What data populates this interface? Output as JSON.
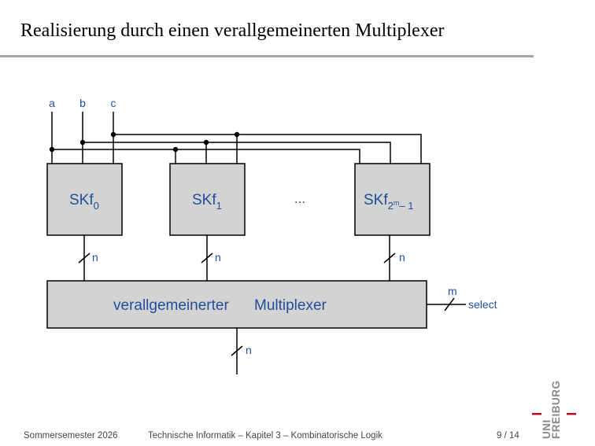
{
  "slide": {
    "title": "Realisierung durch einen verallgemeinerten Multiplexer"
  },
  "diagram": {
    "inputs": [
      "a",
      "b",
      "c"
    ],
    "blocks": [
      {
        "base": "SKf",
        "sub": "0"
      },
      {
        "base": "SKf",
        "sub": "1"
      },
      {
        "base": "SKf",
        "sub": "2",
        "sup": "m",
        "sub_tail": "– 1"
      }
    ],
    "ellipsis": "...",
    "bus_label": "n",
    "mux_label_1": "verallgemeinerter",
    "mux_label_2": "Multiplexer",
    "select_width": "m",
    "select_label": "select",
    "output_label": "n"
  },
  "footer": {
    "semester": "Sommersemester 2026",
    "course": "Technische Informatik – Kapitel 3 – Kombinatorische Logik",
    "page": "9 / 14"
  },
  "logo": {
    "line1": "UNI",
    "line2": "FREIBURG",
    "accent_color": "#c1002a"
  },
  "colors": {
    "label_blue": "#1f4e9c",
    "box_fill": "#d3d3d3"
  }
}
